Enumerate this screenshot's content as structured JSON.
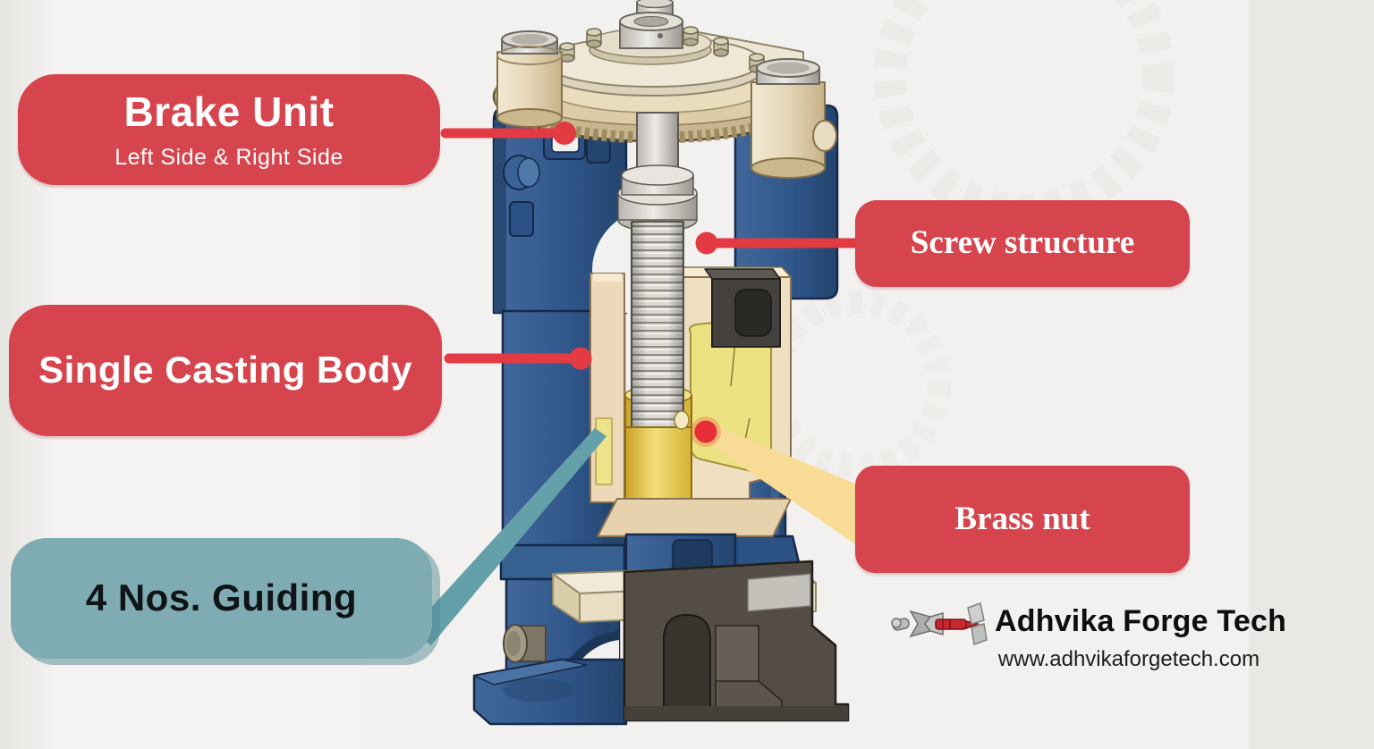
{
  "callouts": {
    "brake_unit": {
      "title": "Brake Unit",
      "subtitle": "Left Side & Right Side"
    },
    "screw_structure": {
      "label": "Screw structure"
    },
    "single_casting_body": {
      "label": "Single Casting Body"
    },
    "brass_nut": {
      "label": "Brass nut"
    },
    "guiding": {
      "label": "4 Nos. Guiding"
    }
  },
  "brand": {
    "name": "Adhvika Forge Tech",
    "website": "www.adhvikaforgetech.com",
    "logo_icon": "forge-manipulator-icon"
  },
  "illustration": {
    "alt": "Cutaway illustration of a screw press forging machine"
  },
  "colors": {
    "label_red": "#D6454E",
    "label_teal": "#7FACB3",
    "connector_red": "#E23B43",
    "connector_teal": "#64A0AA",
    "connector_yellow": "#F8DB94",
    "frame_blue": "#30568A",
    "machine_cream": "#EFE0C2",
    "brass_gold": "#E8C63F",
    "background": "#F2F1EF"
  }
}
